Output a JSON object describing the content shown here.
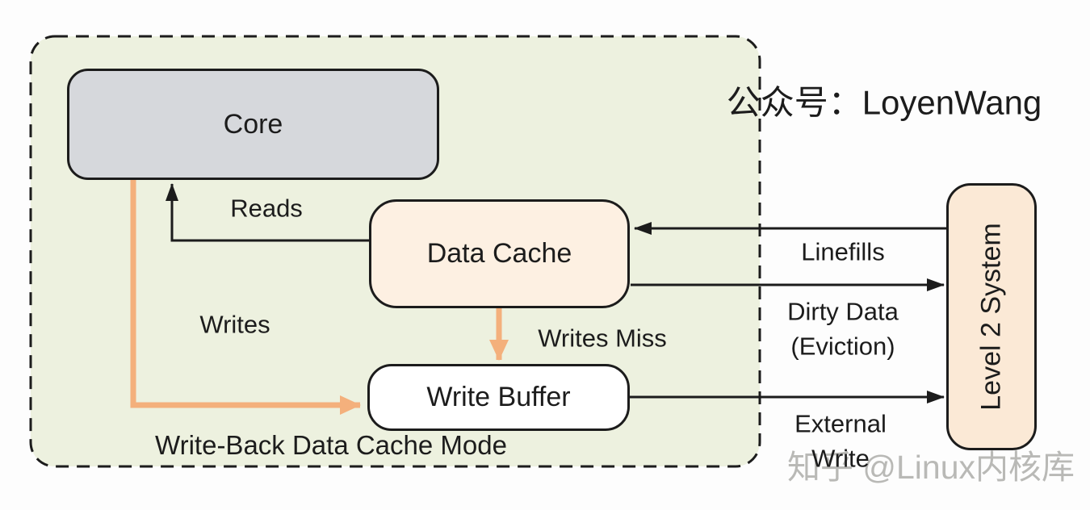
{
  "diagram": {
    "container_label": "Write-Back Data Cache Mode",
    "nodes": {
      "core": "Core",
      "data_cache": "Data Cache",
      "write_buffer": "Write Buffer",
      "level2": "Level 2 System"
    },
    "edges": {
      "reads": "Reads",
      "writes": "Writes",
      "writes_miss": "Writes Miss",
      "linefills": "Linefills",
      "dirty_data_line1": "Dirty Data",
      "dirty_data_line2": "(Eviction)",
      "external_write_line1": "External",
      "external_write_line2": "Write"
    }
  },
  "watermarks": {
    "top_right": "公众号：LoyenWang",
    "bottom_right": "知乎 @Linux内核库"
  },
  "colors": {
    "ink": "#1c1c1c",
    "diagram-green": "#edf1df",
    "core-gray": "#d6d8dc",
    "cache-peach": "#fdf0e2",
    "buffer-white": "#ffffff",
    "l2-peach": "#fbe9d6",
    "arrow-orange": "#f4b07c",
    "watermark-gray": "#b9b9b6"
  }
}
